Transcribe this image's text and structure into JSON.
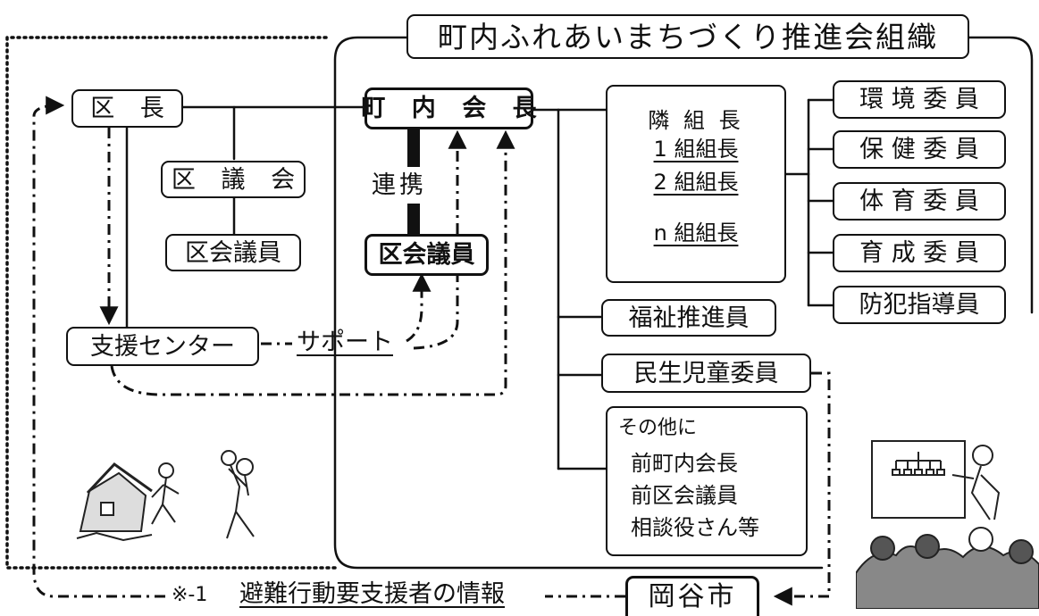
{
  "title": "町内ふれあいまちづくり推進会組織",
  "ku": {
    "head": "区 長",
    "council": "区 議 会",
    "member": "区会議員"
  },
  "town": {
    "head": "町 内 会 長",
    "member": "区会議員",
    "link": "連携"
  },
  "support": {
    "center": "支援センター",
    "label": "サポート"
  },
  "neighborhood": {
    "title": "隣 組 長",
    "items": [
      "1 組組長",
      "2 組組長",
      "n 組組長"
    ]
  },
  "committees": [
    "環 境 委 員",
    "保 健 委 員",
    "体 育 委 員",
    "育 成 委 員",
    "防犯指導員"
  ],
  "welfare": "福祉推進員",
  "minsei": "民生児童委員",
  "others": {
    "intro": "その他に",
    "items": [
      "前町内会長",
      "前区会議員",
      "相談役さん等"
    ]
  },
  "city": "岡谷市",
  "footer": {
    "note": "※-1",
    "info": "避難行動要支援者の情報"
  },
  "colors": {
    "line": "#111111",
    "background": "#ffffff"
  }
}
